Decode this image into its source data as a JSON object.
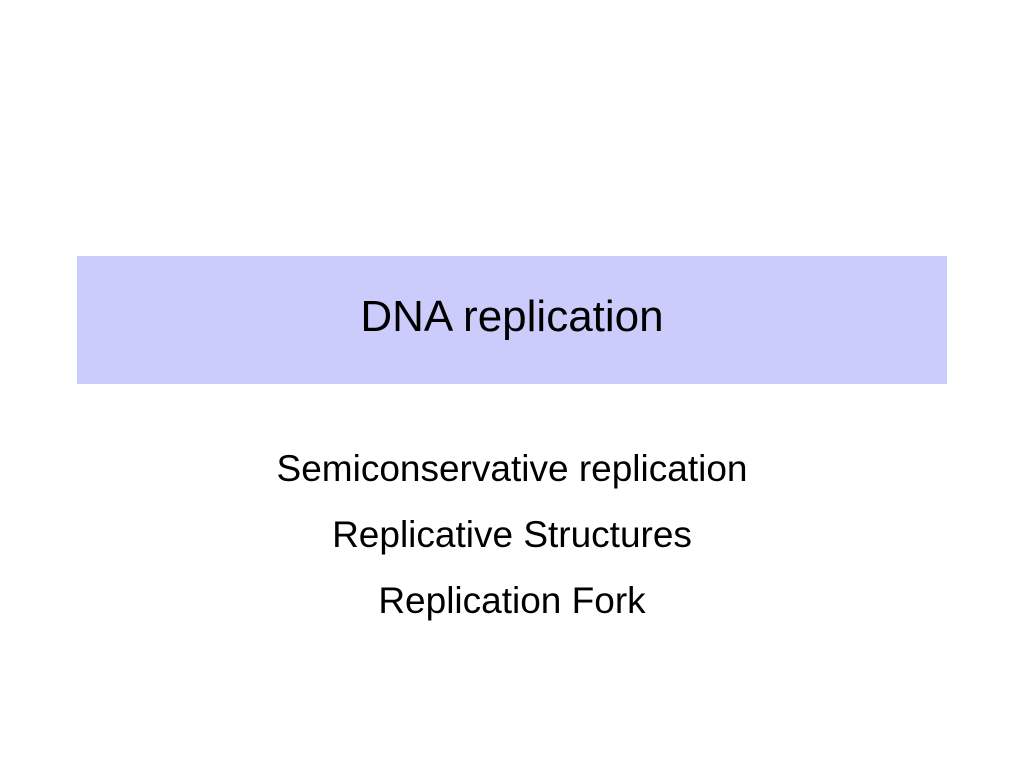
{
  "slide": {
    "title": "DNA replication",
    "title_band_color": "#ccccfc",
    "background_color": "#ffffff",
    "bullets": [
      "Semiconservative replication",
      "Replicative Structures",
      "Replication Fork"
    ]
  }
}
